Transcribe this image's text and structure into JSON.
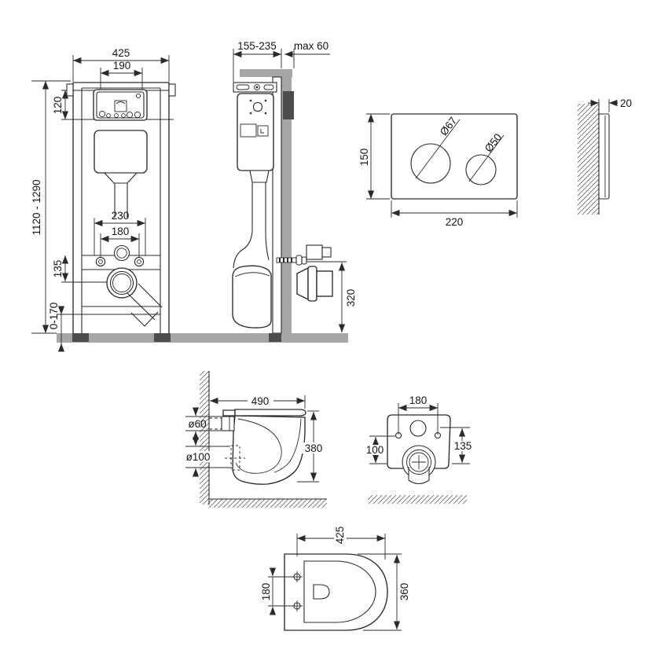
{
  "diagram": {
    "colors": {
      "line": "#2a2a2a",
      "surface": "#a6a6a6",
      "dark_part": "#4c4c4c"
    },
    "views": {
      "frame_front": {
        "dims": {
          "width": "425",
          "panel_width": "190",
          "panel_height": "120",
          "height_range": "1120 - 1290",
          "upper_spacing": "230",
          "lower_spacing": "180",
          "drain_offset": "135",
          "feet_range": "0-170"
        }
      },
      "frame_side": {
        "dims": {
          "depth_range": "155-235",
          "wall_max": "max 60",
          "outlet_height": "320"
        }
      },
      "flush_plate": {
        "dims": {
          "height": "150",
          "width": "220",
          "big_button": "Ø67",
          "small_button": "Ø50"
        }
      },
      "flush_plate_side": {
        "dims": {
          "thickness": "20"
        }
      },
      "bowl_side": {
        "dims": {
          "depth": "490",
          "inlet": "ø60",
          "outlet": "ø100",
          "height": "380"
        }
      },
      "bowl_rear": {
        "dims": {
          "hole_spacing": "180",
          "left_height": "100",
          "right_height": "135"
        }
      },
      "bowl_top": {
        "dims": {
          "depth": "425",
          "hole_spacing": "180",
          "width": "360"
        }
      }
    }
  }
}
